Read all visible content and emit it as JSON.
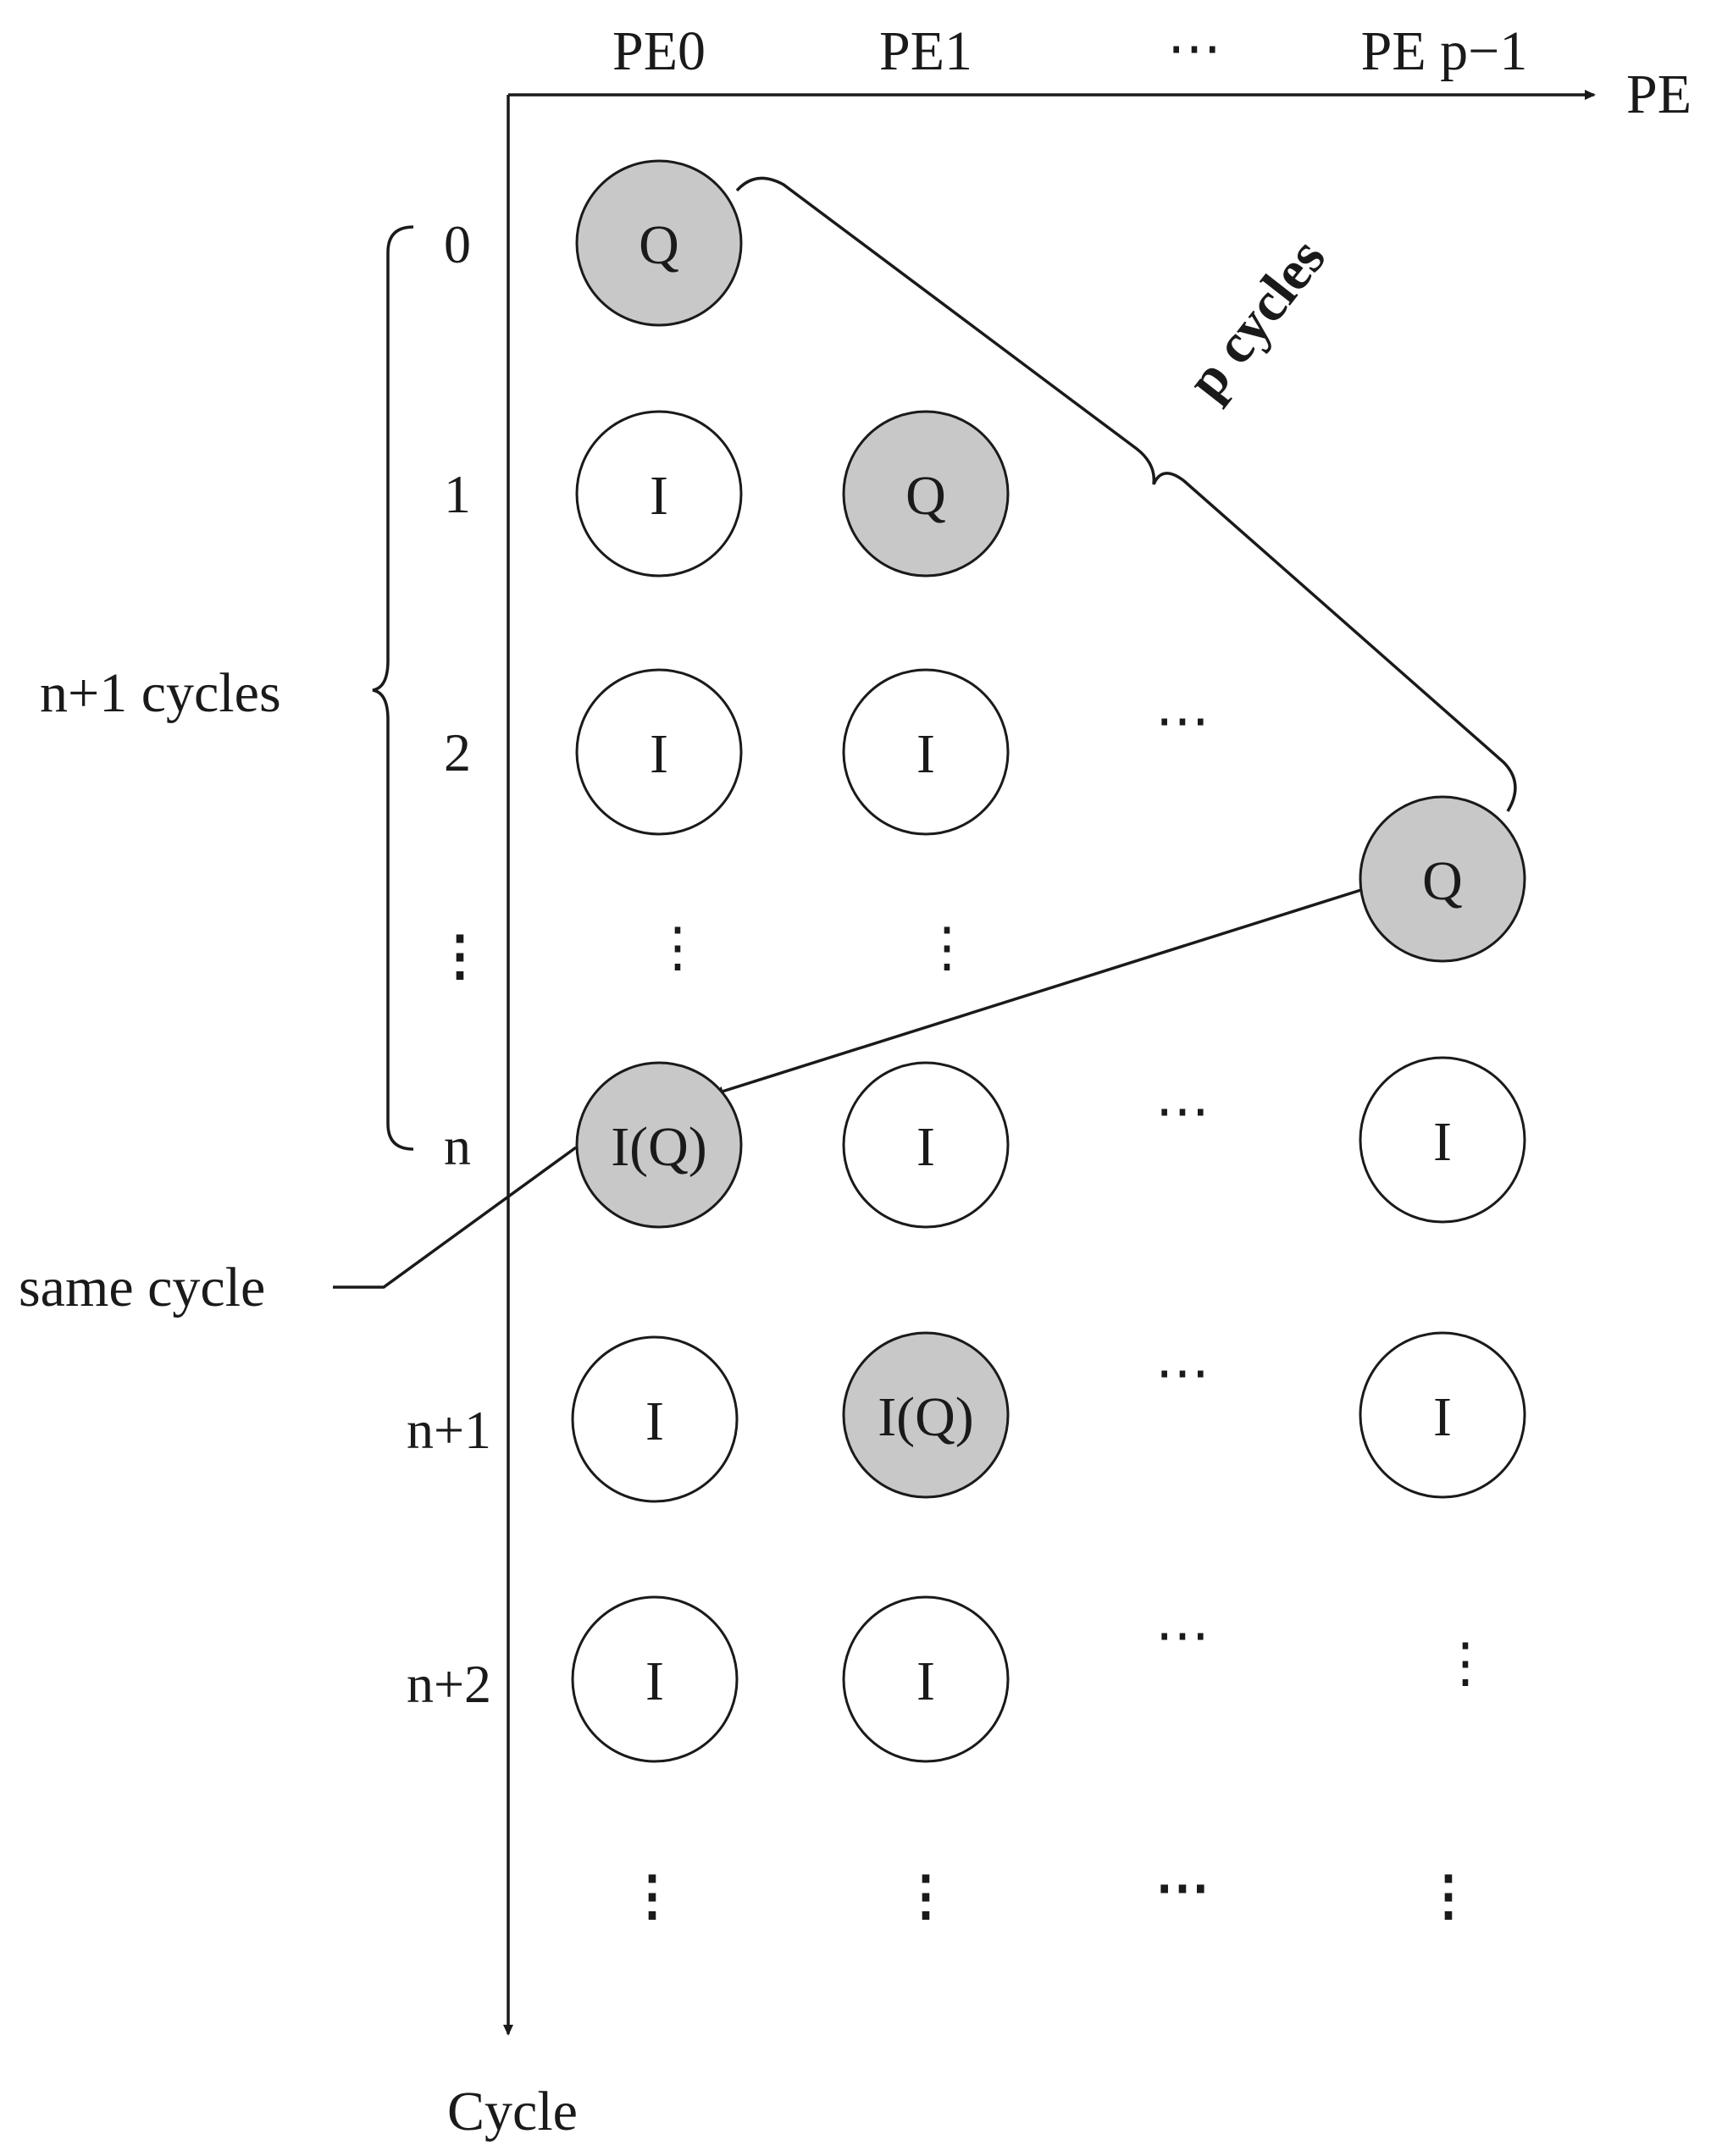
{
  "axes": {
    "x_label": "PE",
    "y_label": "Cycle",
    "columns": [
      "PE0",
      "PE1",
      "⋯",
      "PE p−1"
    ]
  },
  "rows": [
    "0",
    "1",
    "2",
    "⋮",
    "n",
    "n+1",
    "n+2"
  ],
  "annotations": {
    "n_plus_1_cycles": "n+1 cycles",
    "p_cycles": "p cycles",
    "same_cycle": "same cycle"
  },
  "nodes": [
    {
      "label": "Q",
      "highlighted": true
    },
    {
      "label": "I",
      "highlighted": false
    },
    {
      "label": "Q",
      "highlighted": true
    },
    {
      "label": "I",
      "highlighted": false
    },
    {
      "label": "I",
      "highlighted": false
    },
    {
      "label": "Q",
      "highlighted": true
    },
    {
      "label": "I(Q)",
      "highlighted": true
    },
    {
      "label": "I",
      "highlighted": false
    },
    {
      "label": "I",
      "highlighted": false
    },
    {
      "label": "I",
      "highlighted": false
    },
    {
      "label": "I(Q)",
      "highlighted": true
    },
    {
      "label": "I",
      "highlighted": false
    },
    {
      "label": "I",
      "highlighted": false
    },
    {
      "label": "I",
      "highlighted": false
    }
  ],
  "ellipsis": {
    "horizontal": "⋯",
    "vertical": "⋮"
  },
  "colors": {
    "highlight_fill": "#c8c8c8",
    "node_fill": "#ffffff",
    "ink": "#1a1a1a"
  }
}
